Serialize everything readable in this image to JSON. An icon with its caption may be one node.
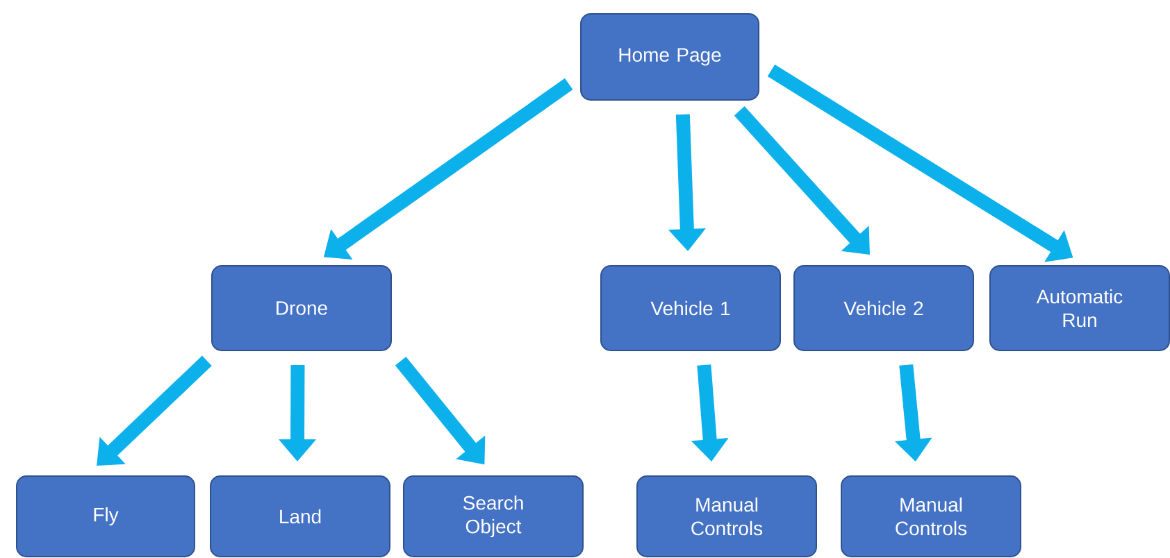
{
  "diagram": {
    "nodes": [
      {
        "text": [
          "Home Page"
        ]
      },
      {
        "text": [
          "Drone"
        ]
      },
      {
        "text": [
          "Vehicle 1"
        ]
      },
      {
        "text": [
          "Vehicle 2"
        ]
      },
      {
        "text": [
          "Automatic Run"
        ]
      },
      {
        "text": [
          "Fly"
        ]
      },
      {
        "text": [
          "Land"
        ]
      },
      {
        "text": [
          "Search Object"
        ]
      },
      {
        "text": [
          "Manual Controls"
        ]
      },
      {
        "text": [
          "Manual Controls"
        ]
      }
    ],
    "edges": [
      {
        "from": 0,
        "to": 1,
        "arrow": "to"
      },
      {
        "from": 0,
        "to": 2,
        "arrow": "to"
      },
      {
        "from": 0,
        "to": 3,
        "arrow": "to"
      },
      {
        "from": 0,
        "to": 4,
        "arrow": "to"
      },
      {
        "from": 1,
        "to": 5,
        "arrow": "to"
      },
      {
        "from": 1,
        "to": 6,
        "arrow": "to"
      },
      {
        "from": 1,
        "to": 7,
        "arrow": "to"
      },
      {
        "from": 2,
        "to": 8,
        "arrow": "to"
      },
      {
        "from": 3,
        "to": 9,
        "arrow": "to"
      }
    ]
  }
}
